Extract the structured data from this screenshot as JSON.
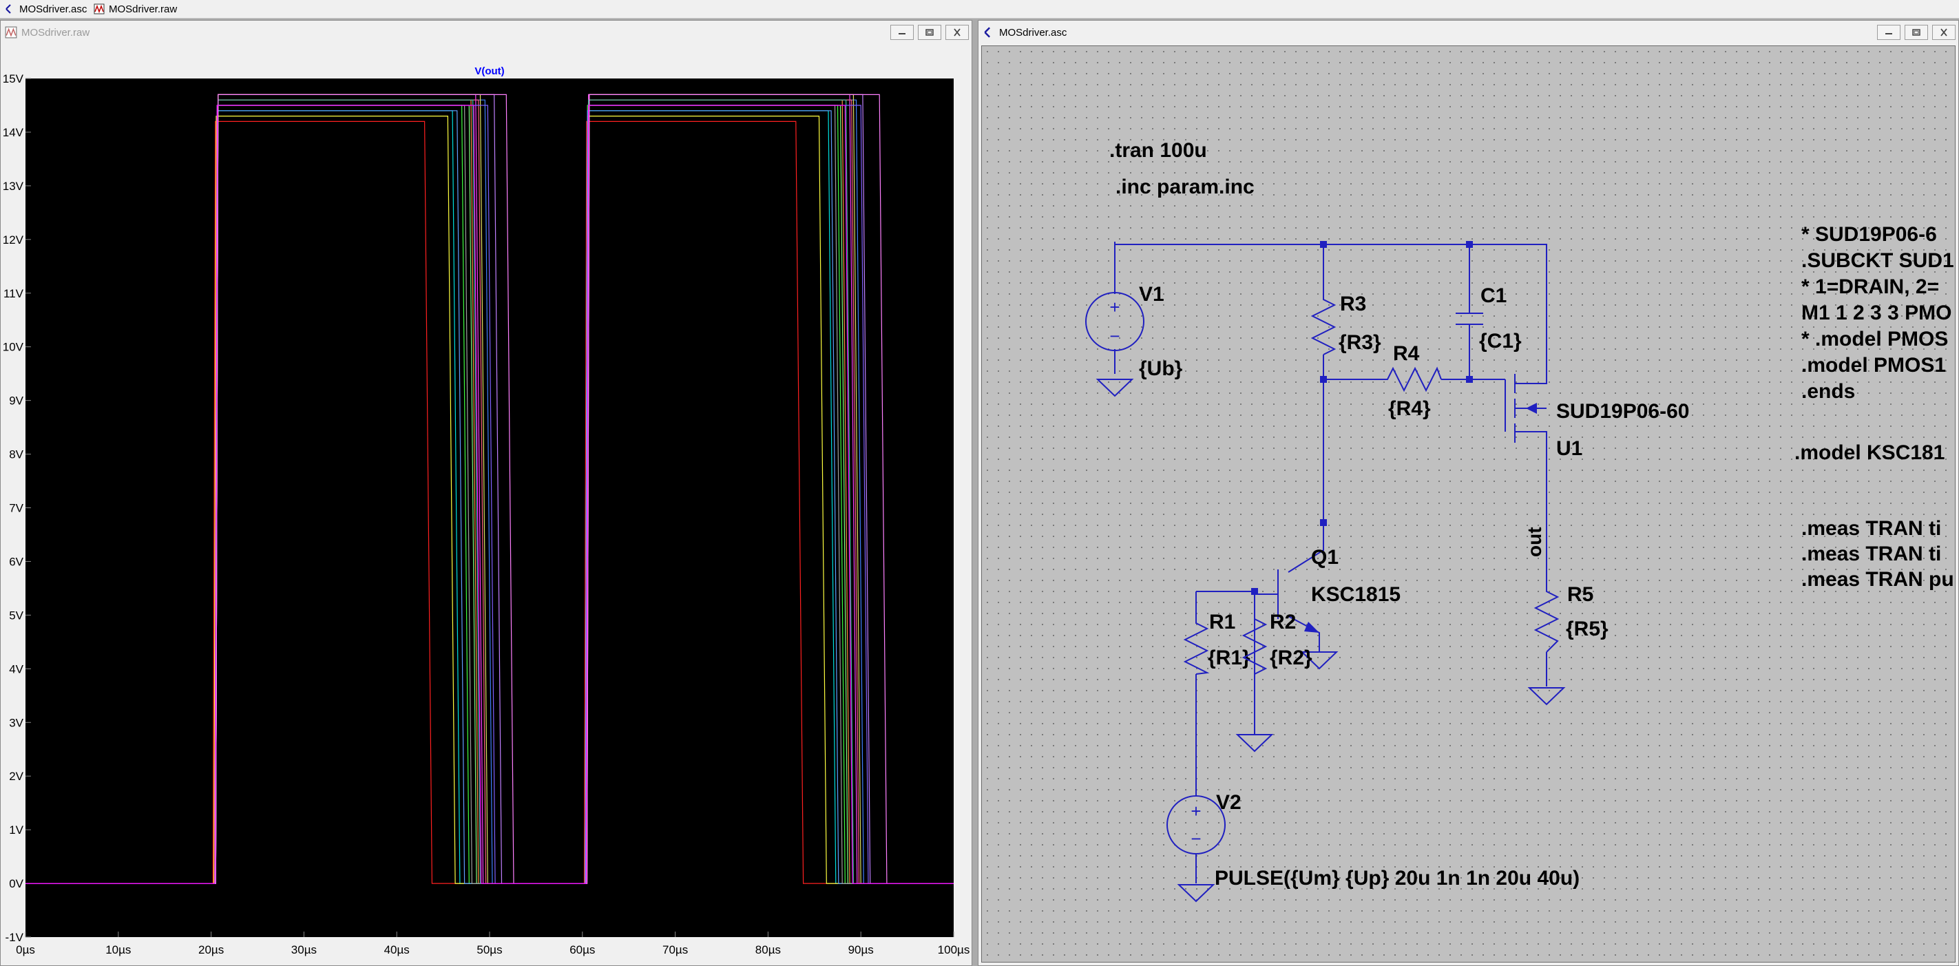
{
  "tabs": [
    {
      "label": "MOSdriver.asc",
      "icon": "schematic-icon"
    },
    {
      "label": "MOSdriver.raw",
      "icon": "waveform-icon"
    }
  ],
  "waveform_window": {
    "title": "MOSdriver.raw",
    "trace_label": "V(out)"
  },
  "schematic_window": {
    "title": "MOSdriver.asc"
  },
  "chart_data": {
    "type": "line",
    "title": "V(out)",
    "xlabel": "",
    "ylabel": "",
    "x_ticks": [
      "0µs",
      "10µs",
      "20µs",
      "30µs",
      "40µs",
      "50µs",
      "60µs",
      "70µs",
      "80µs",
      "90µs",
      "100µs"
    ],
    "y_ticks": [
      "-1V",
      "0V",
      "1V",
      "2V",
      "3V",
      "4V",
      "5V",
      "6V",
      "7V",
      "8V",
      "9V",
      "10V",
      "11V",
      "12V",
      "13V",
      "14V",
      "15V"
    ],
    "xlim": [
      0,
      100
    ],
    "ylim": [
      -1,
      15
    ],
    "x_unit": "µs",
    "y_unit": "V",
    "grid": false,
    "background": "#000000",
    "description_of_data": "Monte Carlo family of pulse responses: output rises at ~20µs and ~60µs, falls between ~43µs and ~52µs and between ~83µs and ~92µs",
    "series": [
      {
        "color": "#ff2020",
        "high": 14.2,
        "rise": [
          20.2,
          60.2
        ],
        "fall": [
          43.0,
          83.0
        ]
      },
      {
        "color": "#ff40ff",
        "high": 14.7,
        "rise": [
          20.5,
          60.4
        ],
        "fall": [
          48.5,
          88.8
        ]
      },
      {
        "color": "#40ff40",
        "high": 14.5,
        "rise": [
          20.4,
          60.3
        ],
        "fall": [
          47.0,
          87.5
        ]
      },
      {
        "color": "#4080ff",
        "high": 14.6,
        "rise": [
          20.5,
          60.4
        ],
        "fall": [
          49.5,
          89.5
        ]
      },
      {
        "color": "#00e0e0",
        "high": 14.4,
        "rise": [
          20.4,
          60.3
        ],
        "fall": [
          46.0,
          86.5
        ]
      },
      {
        "color": "#ffff40",
        "high": 14.3,
        "rise": [
          20.3,
          60.3
        ],
        "fall": [
          45.5,
          85.5
        ]
      },
      {
        "color": "#ff9040",
        "high": 14.6,
        "rise": [
          20.5,
          60.4
        ],
        "fall": [
          48.0,
          88.0
        ]
      },
      {
        "color": "#c080ff",
        "high": 14.7,
        "rise": [
          20.5,
          60.5
        ],
        "fall": [
          50.5,
          90.2
        ]
      },
      {
        "color": "#80ff80",
        "high": 14.5,
        "rise": [
          20.4,
          60.4
        ],
        "fall": [
          47.8,
          87.8
        ]
      },
      {
        "color": "#ff6080",
        "high": 14.6,
        "rise": [
          20.5,
          60.4
        ],
        "fall": [
          48.8,
          89.0
        ]
      },
      {
        "color": "#60a0ff",
        "high": 14.4,
        "rise": [
          20.4,
          60.3
        ],
        "fall": [
          46.5,
          86.8
        ]
      },
      {
        "color": "#a0a0a0",
        "high": 14.5,
        "rise": [
          20.4,
          60.4
        ],
        "fall": [
          47.3,
          87.2
        ]
      },
      {
        "color": "#e0e060",
        "high": 14.7,
        "rise": [
          20.5,
          60.5
        ],
        "fall": [
          49.0,
          89.2
        ]
      },
      {
        "color": "#40c0a0",
        "high": 14.6,
        "rise": [
          20.5,
          60.4
        ],
        "fall": [
          48.2,
          88.4
        ]
      },
      {
        "color": "#ff80ff",
        "high": 14.7,
        "rise": [
          20.5,
          60.5
        ],
        "fall": [
          51.8,
          92.0
        ]
      },
      {
        "color": "#8060ff",
        "high": 14.5,
        "rise": [
          20.4,
          60.4
        ],
        "fall": [
          49.8,
          90.0
        ]
      },
      {
        "color": "#ff00ff",
        "high": 14.5,
        "rise": [
          20.4,
          60.4
        ],
        "fall": [
          48.3,
          88.3
        ]
      }
    ]
  },
  "schematic": {
    "directives": [
      ".tran 100u",
      ".inc param.inc"
    ],
    "spice_lines": [
      "* SUD19P06-6",
      ".SUBCKT SUD1",
      "* 1=DRAIN, 2=",
      "M1 1 2 3 3 PMO",
      "* .model PMOS",
      ".model PMOS1",
      ".ends"
    ],
    "model_line": ".model KSC181",
    "meas_lines": [
      ".meas TRAN ti",
      ".meas TRAN ti",
      ".meas TRAN pu"
    ],
    "parts": {
      "v1": {
        "name": "V1",
        "value": "{Ub}"
      },
      "v2": {
        "name": "V2",
        "value": "PULSE({Um} {Up} 20u 1n 1n 20u 40u)"
      },
      "r1": {
        "name": "R1",
        "value": "{R1}"
      },
      "r2": {
        "name": "R2",
        "value": "{R2}"
      },
      "r3": {
        "name": "R3",
        "value": "{R3}"
      },
      "r4": {
        "name": "R4",
        "value": "{R4}"
      },
      "r5": {
        "name": "R5",
        "value": "{R5}"
      },
      "c1": {
        "name": "C1",
        "value": "{C1}"
      },
      "q1": {
        "name": "Q1",
        "value": "KSC1815"
      },
      "u1": {
        "name": "U1",
        "value": "SUD19P06-60"
      }
    },
    "net_label": "out",
    "wire_color": "#2020c0",
    "grid_dot_color": "#7a7a7a",
    "background": "#c0c0c0"
  }
}
